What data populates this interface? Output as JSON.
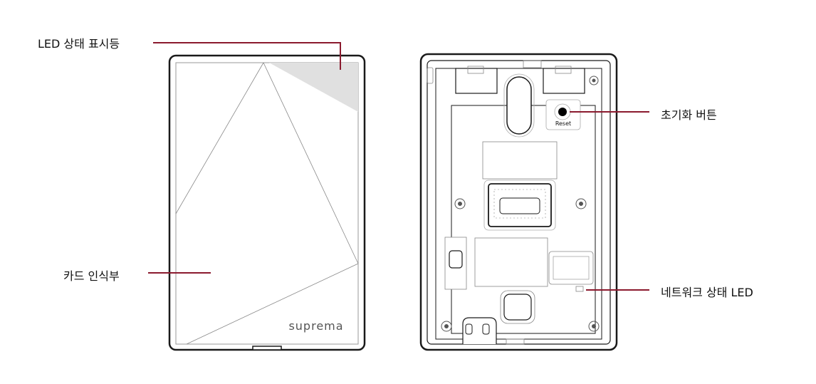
{
  "labels": {
    "led_status": "LED 상태 표시등",
    "card_reader": "카드 인식부",
    "reset_button": "초기화 버튼",
    "network_led": "네트워크 상태 LED"
  },
  "device": {
    "brand_logo": "suprema",
    "reset_text": "Reset"
  },
  "colors": {
    "callout": "#8b1a2e",
    "outline": "#1a1a1a",
    "led_area": "#e0e0e0"
  }
}
